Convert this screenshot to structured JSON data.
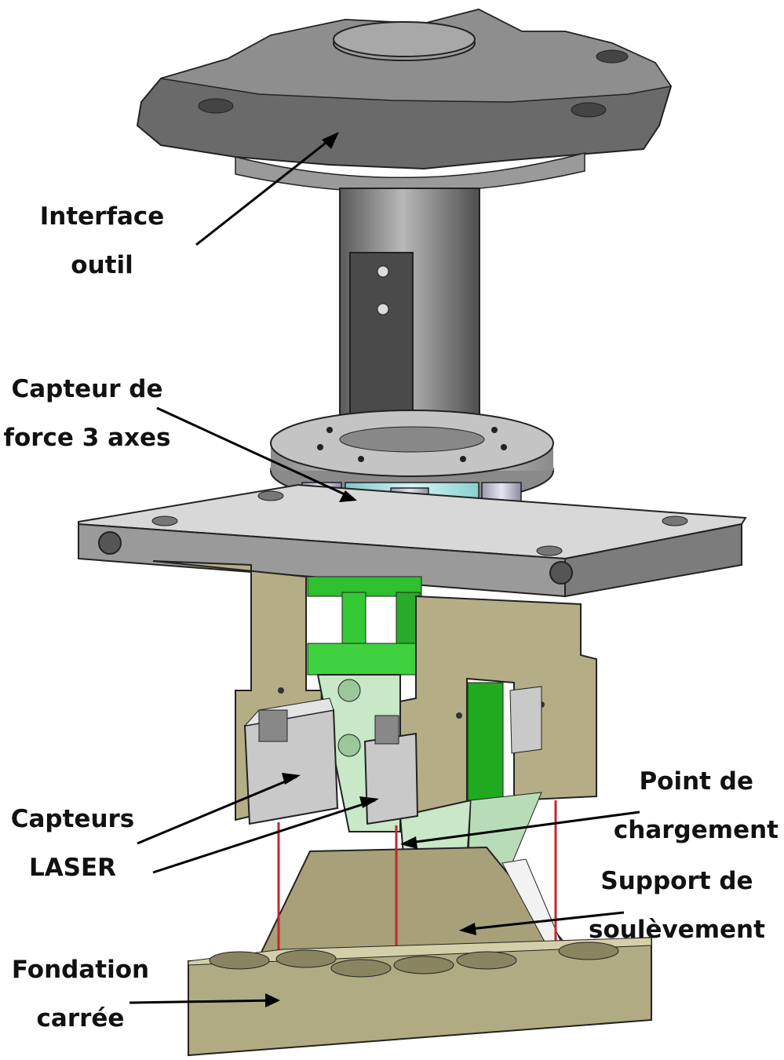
{
  "labels": {
    "interface_outil": [
      "Interface",
      "outil"
    ],
    "capteur_force": [
      "Capteur de",
      "force 3 axes"
    ],
    "capteurs_laser": [
      "Capteurs",
      "LASER"
    ],
    "point_chargement": [
      "Point de",
      "chargement"
    ],
    "support_soulevement": [
      "Support de",
      "soulèvement"
    ],
    "fondation_carree": [
      "Fondation",
      "carrée"
    ]
  },
  "colors": {
    "tool_interface": "#6e6e6e",
    "column": "#7a7a7a",
    "plate": "#9a9a9a",
    "force_sensor": "#a8e4e4",
    "frame": "#b5ad86",
    "green_part": "#3fd13f",
    "light_green": "#c8e8c8",
    "laser_body": "#c9c9c9",
    "laser_beam": "#c0282d",
    "foundation": "#b0ab82",
    "blue_block": "#5a5acd",
    "arrow": "#000000"
  }
}
